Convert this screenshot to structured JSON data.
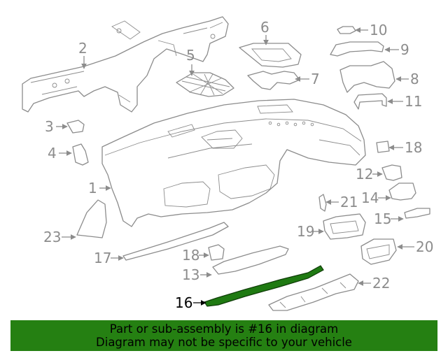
{
  "callouts": {
    "c1": "1",
    "c2": "2",
    "c3": "3",
    "c4": "4",
    "c5": "5",
    "c6": "6",
    "c7": "7",
    "c8": "8",
    "c9": "9",
    "c10": "10",
    "c11": "11",
    "c12": "12",
    "c13": "13",
    "c14": "14",
    "c15": "15",
    "c16": "16",
    "c17": "17",
    "c18a": "18",
    "c18b": "18",
    "c19": "19",
    "c20": "20",
    "c21": "21",
    "c22": "22",
    "c23": "23"
  },
  "highlighted_part": "16",
  "colors": {
    "highlight": "#1f7a12",
    "banner": "#258012",
    "lines": "#8c8c8c"
  },
  "banner": {
    "line1": "Part or sub-assembly is #16 in diagram",
    "line2": "Diagram may not be specific to your vehicle"
  }
}
